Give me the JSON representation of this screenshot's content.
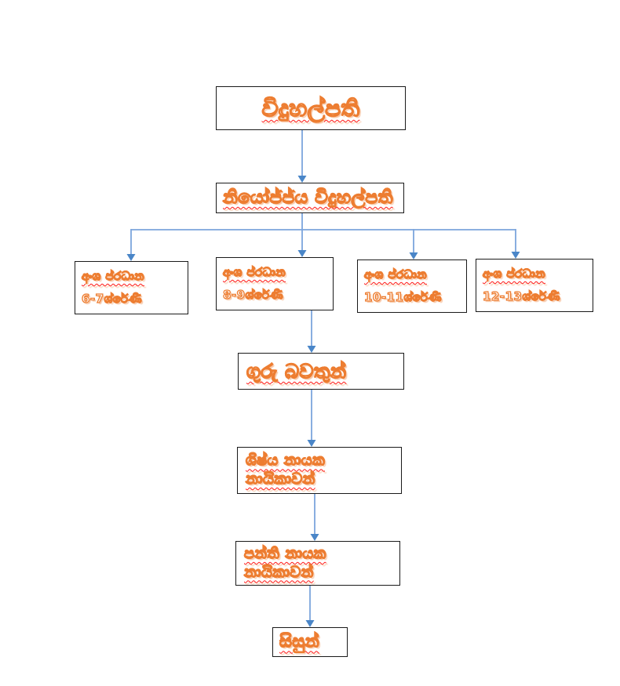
{
  "colors": {
    "box_border": "#1a1a1a",
    "connector_line": "#7CA5DC",
    "connector_arrow": "#4A86C8",
    "text_outline": "#ED7D31",
    "text_fill": "#FFFFFF",
    "spellcheck_squiggle": "#FF1A1A",
    "background": "#FFFFFF"
  },
  "org_chart": {
    "principal": {
      "label": "විදුහල්පති"
    },
    "deputy_principal": {
      "label": "නියෝජ්ජ්ය විදුහල්පති"
    },
    "section_heads": [
      {
        "title": "අංශ ප්රධාන",
        "grades": "6-7ශ්රේණි"
      },
      {
        "title": "අංශ ප්රධාන",
        "grades": "8-9ශ්රේණි"
      },
      {
        "title": "අංශ ප්රධාන",
        "grades": "10-11ශ්රේණි"
      },
      {
        "title": "අංශ ප්රධාන",
        "grades": "12-13ශ්රේණි"
      }
    ],
    "teachers": {
      "label": "ගුරු බවතුන්"
    },
    "student_leaders": {
      "line1": "ශිෂ්ය නායක",
      "line2": "නායිකාවන්"
    },
    "class_leaders": {
      "line1": "පන්ති නායක",
      "line2": "නායිකාවන්"
    },
    "students": {
      "label": "සිසුන්"
    }
  }
}
